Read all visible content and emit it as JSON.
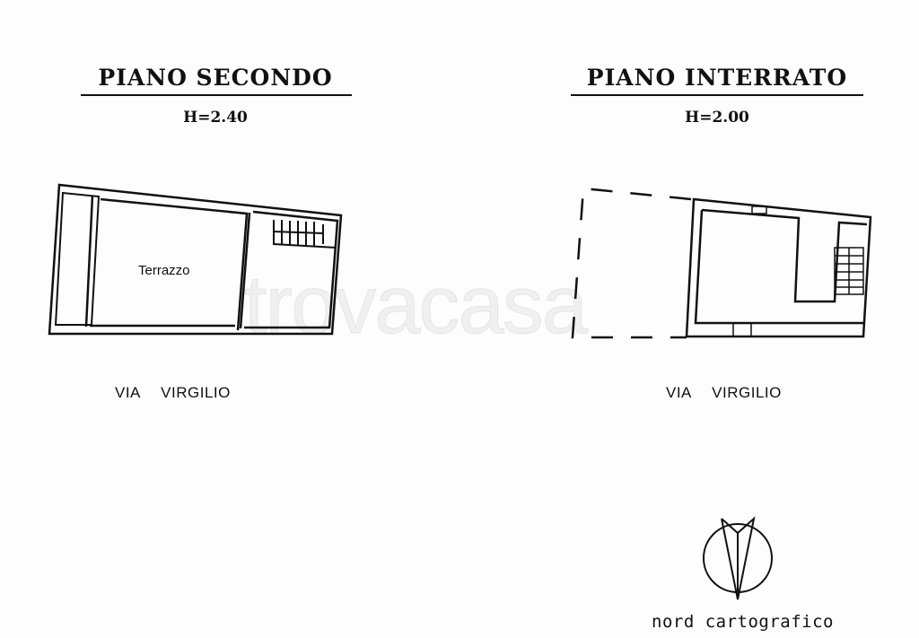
{
  "plans": [
    {
      "title": "PIANO SECONDO",
      "height_label": "H=2.40",
      "room_label": "Terrazzo",
      "street": "VIA VIRGILIO"
    },
    {
      "title": "PIANO INTERRATO",
      "height_label": "H=2.00",
      "street": "VIA VIRGILIO"
    }
  ],
  "north_label": "nord cartografico",
  "watermark": "trovacasa"
}
